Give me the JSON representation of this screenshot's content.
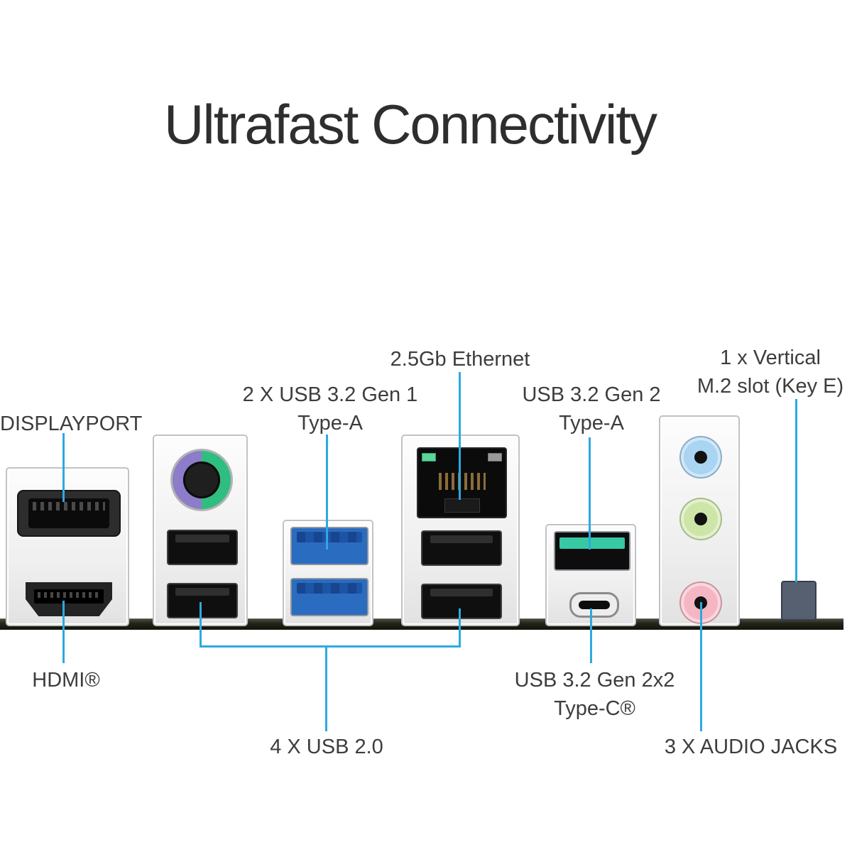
{
  "title": "Ultrafast Connectivity",
  "colors": {
    "callout_line": "#2caae1",
    "label_text": "#3d3d3d",
    "usb3_blue": "#2a6cc0",
    "usb_teal": "#36c9a2",
    "ps2_purple": "#8d7cc9",
    "ps2_green": "#2fbe7f",
    "audio_jack_blue": "#a9d4f2",
    "audio_jack_green": "#cde6a8",
    "audio_jack_pink": "#f5b6c3"
  },
  "labels": {
    "displayport": "DISPLAYPORT",
    "hdmi": "HDMI®",
    "usb32_gen1": {
      "line1": "2 X USB 3.2 Gen 1",
      "line2": "Type-A"
    },
    "ethernet": "2.5Gb Ethernet",
    "usb32_gen2": {
      "line1": "USB 3.2 Gen 2",
      "line2": "Type-A"
    },
    "m2": {
      "line1": "1 x Vertical",
      "line2": "M.2 slot (Key E)"
    },
    "usb20": "4 X USB 2.0",
    "typec": {
      "line1": "USB 3.2 Gen 2x2",
      "line2": "Type-C®"
    },
    "audio": "3 X AUDIO JACKS"
  }
}
